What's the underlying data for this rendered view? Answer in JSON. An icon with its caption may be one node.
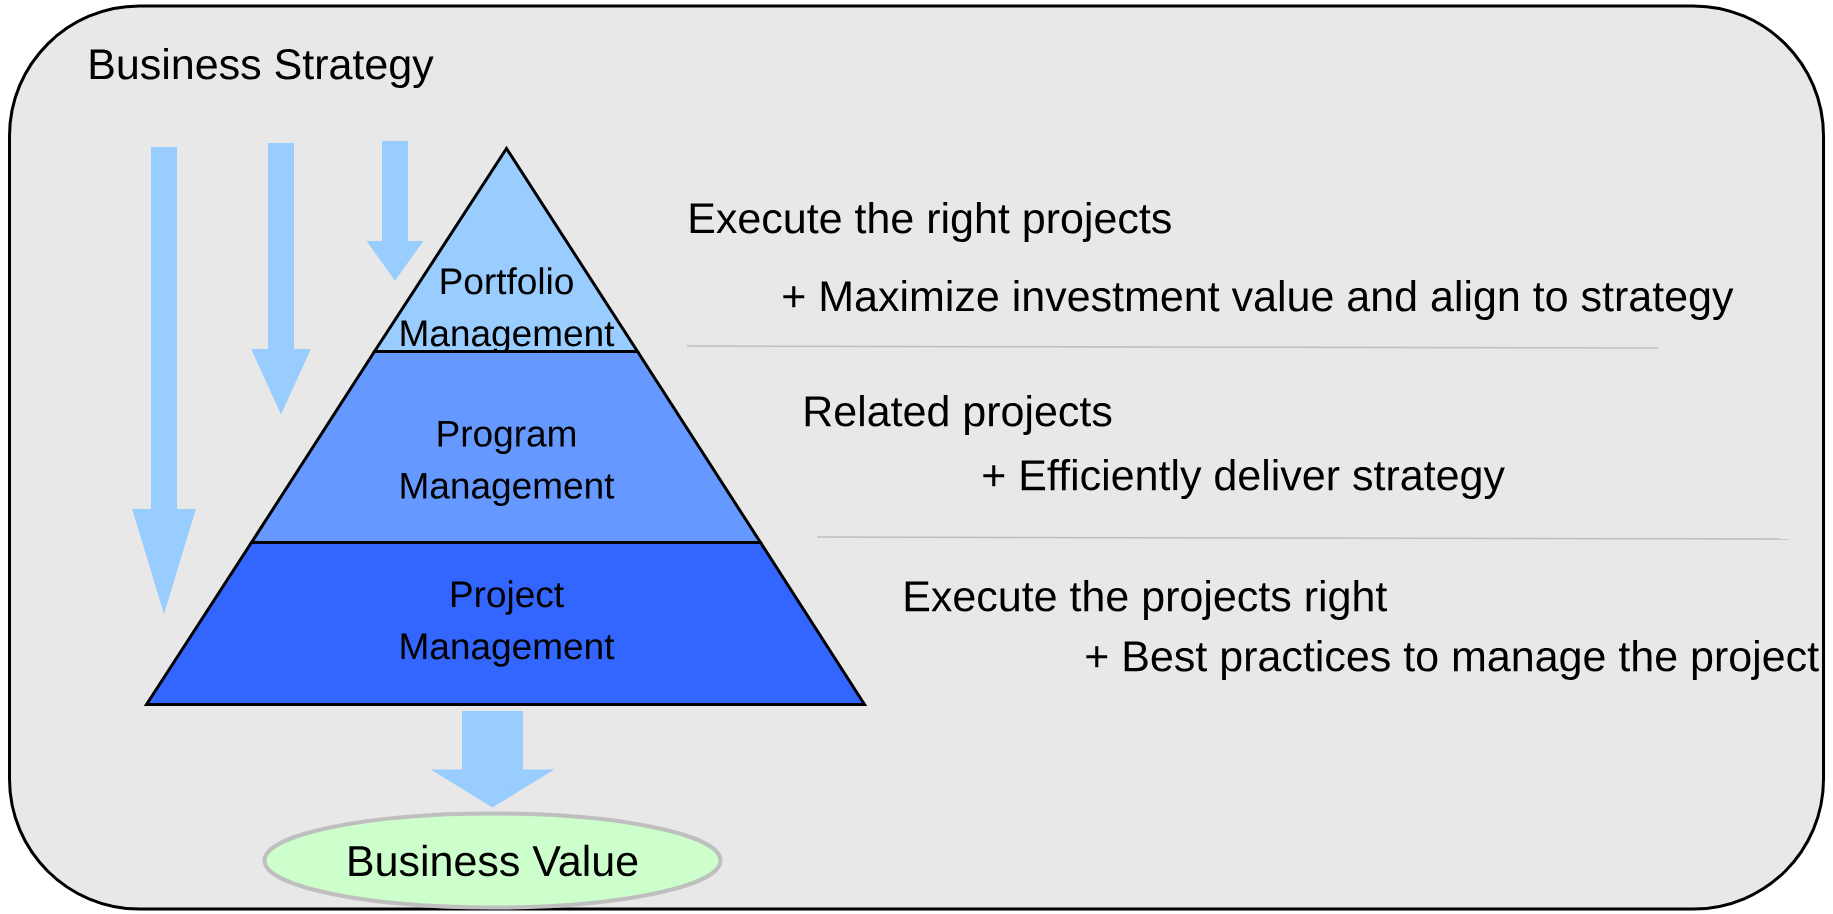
{
  "diagram": {
    "nodes": [
      {
        "text": [
          "Business Strategy"
        ]
      },
      {
        "text": [
          "Portfolio Management"
        ],
        "in": 0
      },
      {
        "text": [
          "Program Management"
        ],
        "in": 0
      },
      {
        "text": [
          "Project Management"
        ],
        "in": 0
      },
      {
        "text": [
          "Business Value"
        ],
        "in": 0
      }
    ],
    "edges": [
      {
        "from": null,
        "to": 3,
        "arrow": "to"
      },
      {
        "from": null,
        "to": 2,
        "arrow": "to"
      },
      {
        "from": null,
        "to": 1,
        "arrow": "to"
      },
      {
        "from": 3,
        "to": 4,
        "arrow": "to",
        "style": "thick"
      }
    ],
    "labels": [
      "Execute the right projects",
      "+ Maximize investment value and align to strategy",
      "Related projects",
      "+ Efficiently deliver strategy",
      "Execute the projects right",
      "+ Best practices to manage the project"
    ]
  }
}
